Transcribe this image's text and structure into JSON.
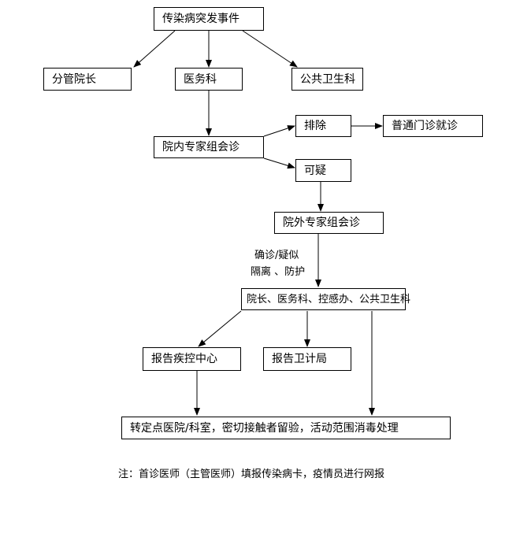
{
  "nodes": {
    "event": "传染病突发事件",
    "dept_head": "分管院长",
    "medical_affairs": "医务科",
    "public_health": "公共卫生科",
    "internal_consult": "院内专家组会诊",
    "exclude": "排除",
    "outpatient": "普通门诊就诊",
    "suspect": "可疑",
    "external_consult": "院外专家组会诊",
    "joint_notify": "院长、医务科、控感办、公共卫生科",
    "report_cdc": "报告疾控中心",
    "report_health_bureau": "报告卫计局",
    "transfer": "转定点医院/科室，密切接触者留验，活动范围消毒处理"
  },
  "labels": {
    "confirm_suspect": "确诊/疑似",
    "isolation": "隔离 、防护"
  },
  "note": "注：首诊医师（主管医师）填报传染病卡，疫情员进行网报"
}
